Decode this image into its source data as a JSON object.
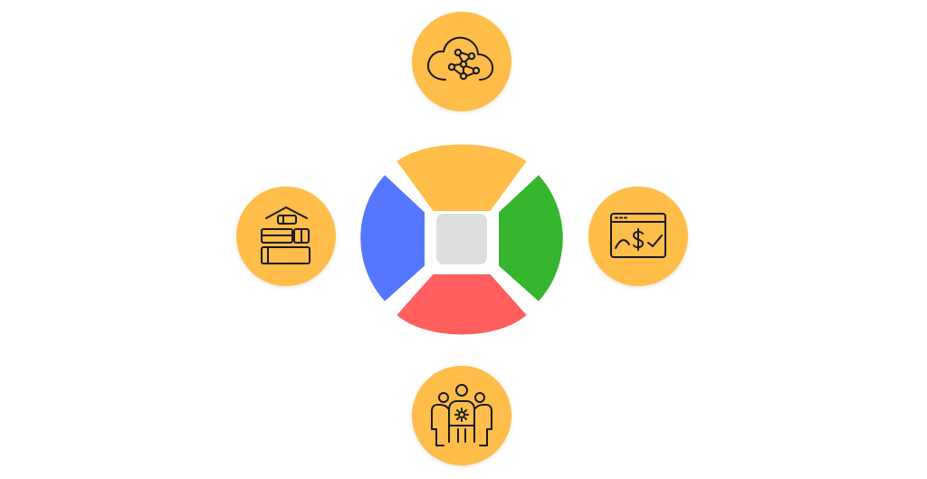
{
  "colors": {
    "background": "#ffffff",
    "segment_top": "#ffbd4a",
    "segment_right": "#36b52e",
    "segment_bottom": "#ff5f5f",
    "segment_left": "#5577ff",
    "center_square": "#dddfdf",
    "satellite_fill": "#ffbd4a",
    "satellite_shadow": "#e6e6e6",
    "icon_stroke": "#1a1a1a"
  },
  "segments": [
    {
      "id": "top",
      "color_key": "segment_top"
    },
    {
      "id": "right",
      "color_key": "segment_right"
    },
    {
      "id": "bottom",
      "color_key": "segment_bottom"
    },
    {
      "id": "left",
      "color_key": "segment_left"
    }
  ],
  "satellites": [
    {
      "id": "top",
      "icon": "cloud-network-icon"
    },
    {
      "id": "right",
      "icon": "finance-chart-icon"
    },
    {
      "id": "bottom",
      "icon": "team-gear-icon"
    },
    {
      "id": "left",
      "icon": "warehouse-stock-icon"
    }
  ]
}
